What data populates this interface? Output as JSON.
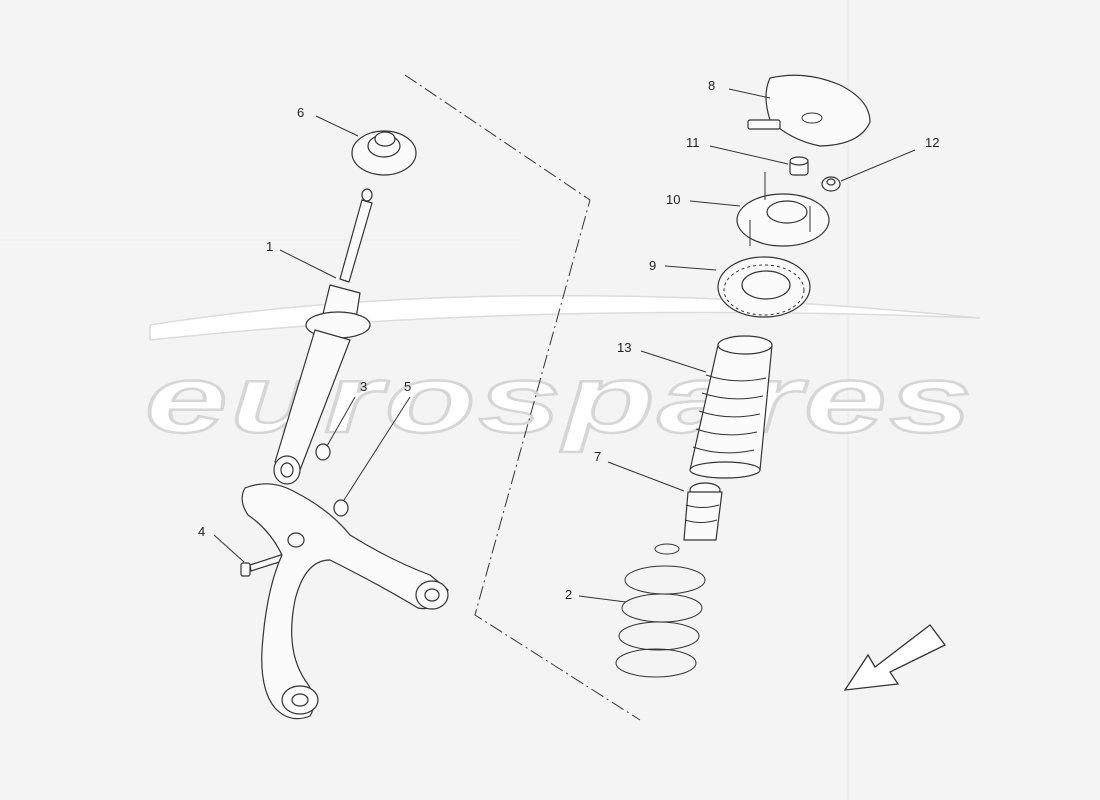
{
  "watermark": {
    "text": "eurospares"
  },
  "callouts": [
    {
      "id": "1",
      "label": "1"
    },
    {
      "id": "2",
      "label": "2"
    },
    {
      "id": "3",
      "label": "3"
    },
    {
      "id": "4",
      "label": "4"
    },
    {
      "id": "5",
      "label": "5"
    },
    {
      "id": "6",
      "label": "6"
    },
    {
      "id": "7",
      "label": "7"
    },
    {
      "id": "8",
      "label": "8"
    },
    {
      "id": "9",
      "label": "9"
    },
    {
      "id": "10",
      "label": "10"
    },
    {
      "id": "11",
      "label": "11"
    },
    {
      "id": "12",
      "label": "12"
    },
    {
      "id": "13",
      "label": "13"
    }
  ],
  "colors": {
    "background": "#f4f4f4",
    "line": "#333333",
    "watermark": "#d6d6d6"
  }
}
